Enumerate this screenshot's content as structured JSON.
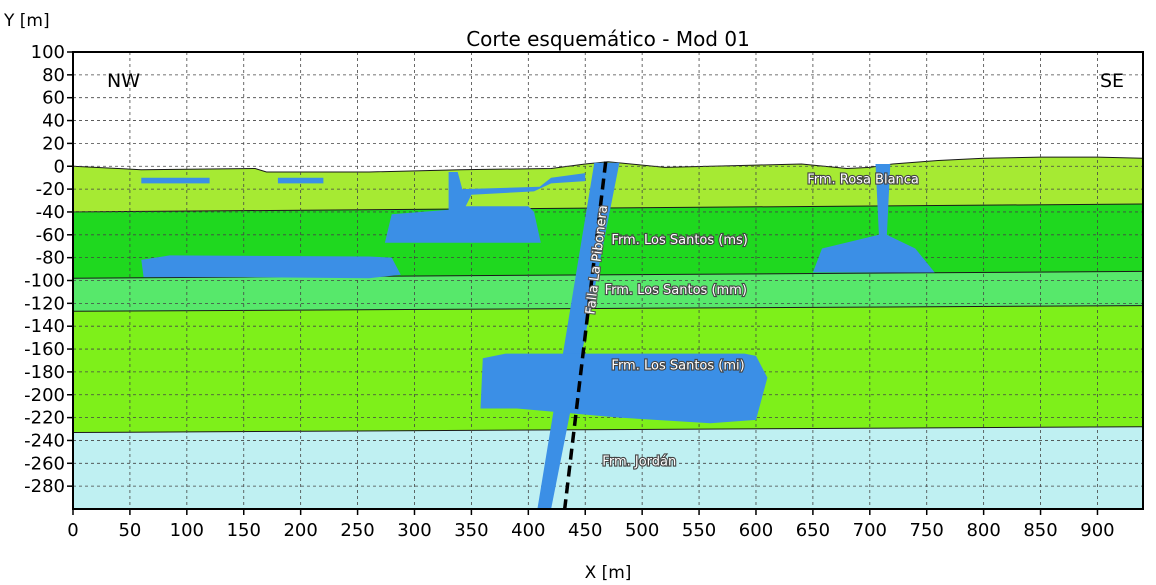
{
  "chart_data": {
    "type": "diagram",
    "title": "Corte esquemático - Mod 01",
    "xlabel": "X [m]",
    "ylabel": "Y [m]",
    "xlim": [
      0,
      940
    ],
    "ylim": [
      -300,
      100
    ],
    "grid": true,
    "x_ticks": [
      0,
      50,
      100,
      150,
      200,
      250,
      300,
      350,
      400,
      450,
      500,
      550,
      600,
      650,
      700,
      750,
      800,
      850,
      900
    ],
    "y_ticks": [
      100,
      80,
      60,
      40,
      20,
      0,
      -20,
      -40,
      -60,
      -80,
      -100,
      -120,
      -140,
      -160,
      -180,
      -200,
      -220,
      -240,
      -260,
      -280
    ],
    "corner_labels": {
      "left": "NW",
      "right": "SE"
    },
    "colors": {
      "rosa_blanca": "#a6ea33",
      "ms": "#1fd81f",
      "mm": "#57e86b",
      "mi": "#7ef01a",
      "jordan": "#bff0f2",
      "aquifer": "#3b8fe6",
      "fault": "#000000"
    },
    "layers": [
      {
        "label": "Frm. Rosa Blanca",
        "label_at": [
          645,
          -15
        ],
        "color": "rosa_blanca",
        "top": [
          [
            0,
            0
          ],
          [
            60,
            -3
          ],
          [
            160,
            -2
          ],
          [
            170,
            -5
          ],
          [
            260,
            -5
          ],
          [
            340,
            -3
          ],
          [
            420,
            -2
          ],
          [
            450,
            2
          ],
          [
            470,
            4
          ],
          [
            520,
            -1
          ],
          [
            560,
            0
          ],
          [
            600,
            1
          ],
          [
            640,
            2
          ],
          [
            680,
            -2
          ],
          [
            700,
            -1
          ],
          [
            720,
            2
          ],
          [
            760,
            5
          ],
          [
            800,
            7
          ],
          [
            850,
            8
          ],
          [
            900,
            8
          ],
          [
            940,
            7
          ]
        ],
        "bottom": [
          [
            0,
            -40
          ],
          [
            940,
            -33
          ]
        ]
      },
      {
        "label": "Frm. Los Santos (ms)",
        "label_at": [
          473,
          -68
        ],
        "color": "ms",
        "top": [
          [
            0,
            -40
          ],
          [
            940,
            -33
          ]
        ],
        "bottom": [
          [
            0,
            -98
          ],
          [
            940,
            -92
          ]
        ]
      },
      {
        "label": "Frm. Los Santos (mm)",
        "label_at": [
          467,
          -112
        ],
        "color": "mm",
        "top": [
          [
            0,
            -98
          ],
          [
            940,
            -92
          ]
        ],
        "bottom": [
          [
            0,
            -127
          ],
          [
            940,
            -122
          ]
        ]
      },
      {
        "label": "Frm. Los Santos (mi)",
        "label_at": [
          473,
          -178
        ],
        "color": "mi",
        "top": [
          [
            0,
            -127
          ],
          [
            940,
            -122
          ]
        ],
        "bottom": [
          [
            0,
            -233
          ],
          [
            940,
            -228
          ]
        ]
      },
      {
        "label": "Frm. Jordán",
        "label_at": [
          465,
          -262
        ],
        "color": "jordan",
        "top": [
          [
            0,
            -233
          ],
          [
            940,
            -228
          ]
        ],
        "bottom": [
          [
            0,
            -300
          ],
          [
            940,
            -300
          ]
        ]
      }
    ],
    "aquifer_bodies": [
      [
        [
          60,
          -10
        ],
        [
          120,
          -10
        ],
        [
          120,
          -15
        ],
        [
          60,
          -15
        ]
      ],
      [
        [
          180,
          -10
        ],
        [
          220,
          -10
        ],
        [
          220,
          -15
        ],
        [
          180,
          -15
        ]
      ],
      [
        [
          330,
          -5
        ],
        [
          338,
          -5
        ],
        [
          342,
          -20
        ],
        [
          410,
          -18
        ],
        [
          420,
          -10
        ],
        [
          450,
          -6
        ],
        [
          450,
          -13
        ],
        [
          420,
          -15
        ],
        [
          405,
          -22
        ],
        [
          350,
          -25
        ],
        [
          345,
          -35
        ],
        [
          400,
          -35
        ],
        [
          405,
          -40
        ],
        [
          411,
          -67
        ],
        [
          274,
          -67
        ],
        [
          280,
          -42
        ],
        [
          330,
          -38
        ]
      ],
      [
        [
          60,
          -82
        ],
        [
          85,
          -78
        ],
        [
          260,
          -79
        ],
        [
          280,
          -80
        ],
        [
          288,
          -95
        ],
        [
          260,
          -98
        ],
        [
          150,
          -97
        ],
        [
          62,
          -97
        ]
      ],
      [
        [
          458,
          3
        ],
        [
          480,
          3
        ],
        [
          420,
          -300
        ],
        [
          408,
          -300
        ]
      ],
      [
        [
          360,
          -168
        ],
        [
          380,
          -164
        ],
        [
          590,
          -164
        ],
        [
          600,
          -166
        ],
        [
          610,
          -185
        ],
        [
          600,
          -222
        ],
        [
          560,
          -225
        ],
        [
          480,
          -220
        ],
        [
          390,
          -212
        ],
        [
          358,
          -212
        ]
      ],
      [
        [
          705,
          2
        ],
        [
          718,
          2
        ],
        [
          715,
          -60
        ],
        [
          740,
          -72
        ],
        [
          757,
          -93
        ],
        [
          650,
          -93
        ],
        [
          658,
          -72
        ],
        [
          708,
          -60
        ]
      ]
    ],
    "fault": {
      "label": "Falla La Pibonera",
      "label_at": [
        458,
        -130
      ],
      "points": [
        [
          468,
          4
        ],
        [
          432,
          -300
        ]
      ]
    }
  }
}
